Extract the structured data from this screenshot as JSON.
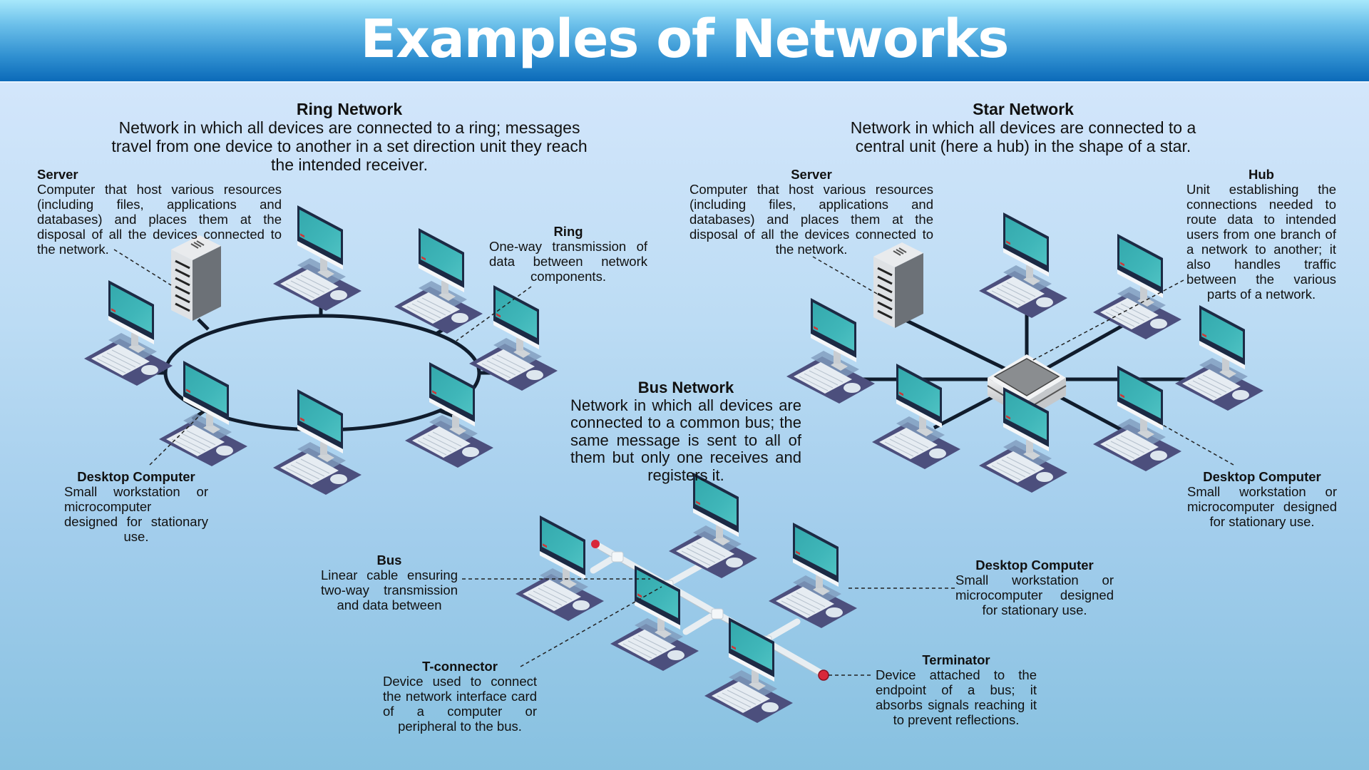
{
  "title": "Examples of Networks",
  "colors": {
    "header_top": "#a8e8fb",
    "header_bottom": "#0b6ab9",
    "screen": "#3bb0b4",
    "monitor_frame": "#1c2a44",
    "desk_pad": "#4c4f7d",
    "cable": "#101c2c",
    "bus_pipe": "#e8eef2",
    "terminator": "#d8283a",
    "server": "#b9bec3",
    "hub": "#8a8d90"
  },
  "ring": {
    "title": "Ring Network",
    "description": "Network in which all devices are connected to a ring; messages travel from one device to another in a set direction unit they reach the intended receiver.",
    "labels": {
      "server": {
        "title": "Server",
        "text": "Computer that host various resources (including files, applications and databases) and places them at the disposal of all the devices connected to the network."
      },
      "ring": {
        "title": "Ring",
        "text": "One-way transmission of data between network components."
      },
      "desktop": {
        "title": "Desktop Computer",
        "text": "Small workstation or microcomputer designed for stationary use."
      }
    },
    "device_count": {
      "computers": 7,
      "servers": 1
    }
  },
  "star": {
    "title": "Star Network",
    "description": "Network in which all devices are connected to a central unit (here a hub) in the shape of a star.",
    "labels": {
      "server": {
        "title": "Server",
        "text": "Computer that host various resources (including files, applications and databases) and places them at the disposal of all the devices connected to the network."
      },
      "hub": {
        "title": "Hub",
        "text": "Unit establishing the connections needed to route data to intended users from one branch of a network to another; it also handles traffic between the various parts of a network."
      },
      "desktop": {
        "title": "Desktop Computer",
        "text": "Small workstation or microcomputer designed for stationary use."
      }
    },
    "device_count": {
      "computers": 7,
      "servers": 1,
      "hubs": 1
    }
  },
  "bus": {
    "title": "Bus Network",
    "description": "Network in which all devices are connected to a common bus; the same message is sent to all of them but only one receives and registers it.",
    "labels": {
      "bus": {
        "title": "Bus",
        "text": "Linear cable ensuring two-way transmission and data between"
      },
      "tconnector": {
        "title": "T-connector",
        "text": "Device used to connect the network interface card of a computer or peripheral to the bus."
      },
      "desktop": {
        "title": "Desktop Computer",
        "text": "Small workstation or microcomputer designed for stationary use."
      },
      "terminator": {
        "title": "Terminator",
        "text": "Device attached to the endpoint of a bus; it absorbs signals reaching it to prevent reflections."
      }
    },
    "device_count": {
      "computers": 5,
      "terminators": 2,
      "t_connectors": 4
    }
  }
}
